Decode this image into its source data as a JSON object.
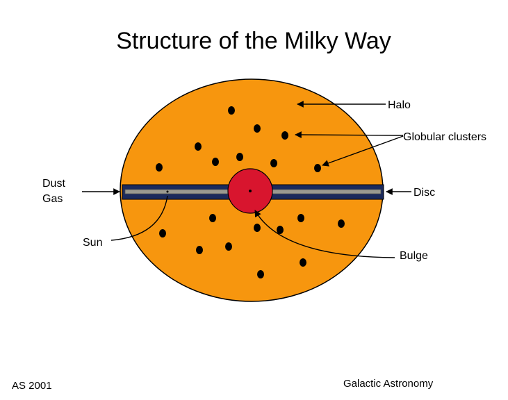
{
  "title": "Structure of the Milky Way",
  "labels": {
    "halo": "Halo",
    "globular_clusters": "Globular clusters",
    "dust": "Dust",
    "gas": "Gas",
    "disc": "Disc",
    "sun": "Sun",
    "bulge": "Bulge"
  },
  "footer": {
    "left": "AS 2001",
    "right": "Galactic Astronomy"
  },
  "colors": {
    "halo": "#F7960E",
    "bulge": "#D8152E",
    "disc": "#1B2A5C",
    "disc_inner": "#9A9A90",
    "cluster": "#000000"
  }
}
